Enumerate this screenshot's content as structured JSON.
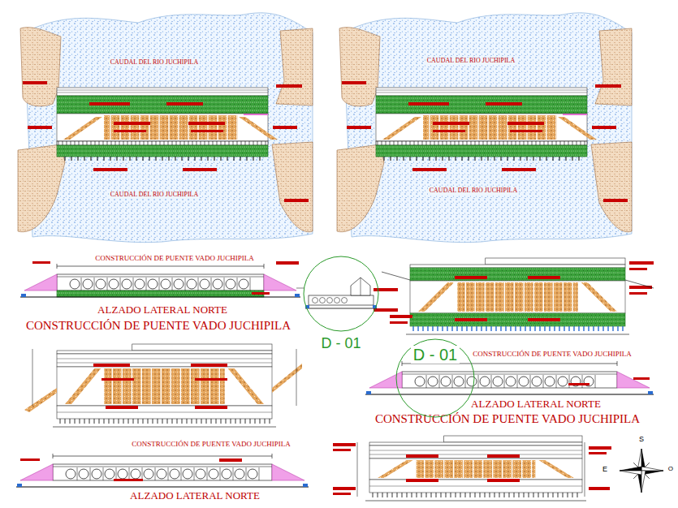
{
  "diagram": {
    "nodes": [
      {
        "text": [
          "D - 01"
        ]
      },
      {
        "text": [
          "D - 01"
        ]
      }
    ],
    "labels": [
      "CAUDAL DEL RIO JUCHIPILA",
      "CAUDAL DEL RIO JUCHIPILA",
      "CAUDAL DEL RIO JUCHIPILA",
      "CAUDAL DEL RIO JUCHIPILA",
      "CONSTRUCCIÓN DE PUENTE VADO JUCHIPILA",
      "ALZADO LATERAL NORTE",
      "CONSTRUCCIÓN DE PUENTE VADO JUCHIPILA",
      "CONSTRUCCIÓN DE PUENTE VADO JUCHIPILA",
      "ALZADO LATERAL NORTE",
      "CONSTRUCCIÓN DE PUENTE VADO JUCHIPILA",
      "CONSTRUCCIÓN DE PUENTE VADO JUCHIPILA",
      "ALZADO LATERAL NORTE",
      "S",
      "E",
      "O"
    ]
  }
}
